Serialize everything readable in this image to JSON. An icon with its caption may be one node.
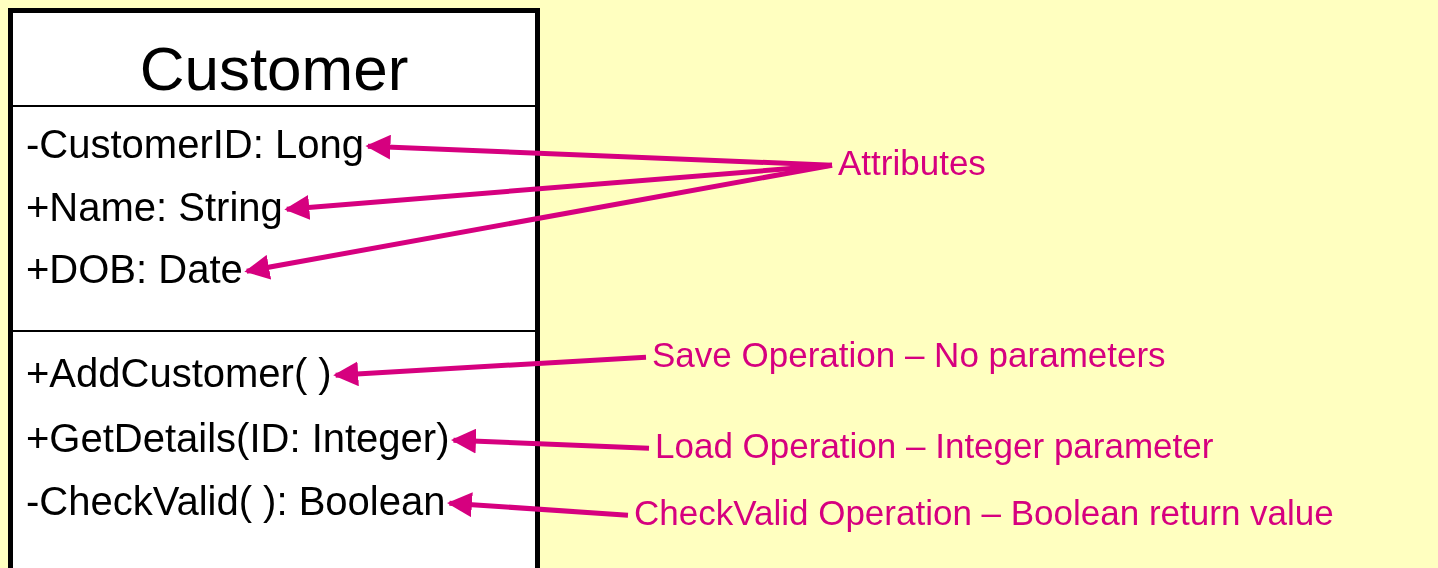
{
  "diagram": {
    "nodes": [
      {
        "text": [
          "Customer"
        ]
      },
      {
        "text": [
          "-CustomerID: Long"
        ],
        "in": 0
      },
      {
        "text": [
          "+Name: String"
        ],
        "in": 0
      },
      {
        "text": [
          "+DOB: Date"
        ],
        "in": 0
      },
      {
        "text": [
          "+AddCustomer( )"
        ],
        "in": 0
      },
      {
        "text": [
          "+GetDetails(ID: Integer)"
        ],
        "in": 0
      },
      {
        "text": [
          "-CheckValid( ): Boolean"
        ],
        "in": 0
      },
      {
        "text": [
          "Attributes"
        ]
      },
      {
        "text": [
          "Save Operation – No parameters"
        ]
      },
      {
        "text": [
          "Load Operation – Integer parameter"
        ]
      },
      {
        "text": [
          "CheckValid Operation – Boolean return value"
        ]
      }
    ],
    "edges": [
      {
        "from": 7,
        "to": 1,
        "arrow": "to"
      },
      {
        "from": 7,
        "to": 2,
        "arrow": "to"
      },
      {
        "from": 7,
        "to": 3,
        "arrow": "to"
      },
      {
        "from": 8,
        "to": 4,
        "arrow": "to"
      },
      {
        "from": 9,
        "to": 5,
        "arrow": "to"
      },
      {
        "from": 10,
        "to": 6,
        "arrow": "to"
      }
    ]
  }
}
